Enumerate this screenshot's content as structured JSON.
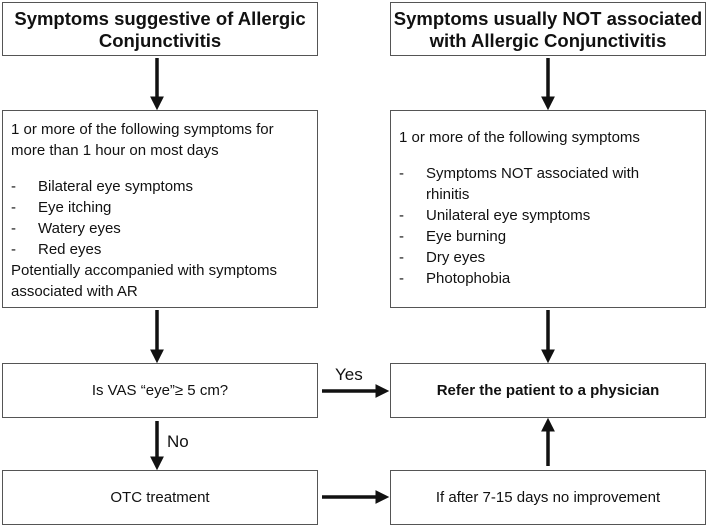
{
  "left": {
    "title_line1": "Symptoms suggestive of Allergic",
    "title_line2": "Conjunctivitis",
    "intro_line1": "1 or more of the following symptoms for",
    "intro_line2": "more than 1 hour on most days",
    "items": [
      "Bilateral eye symptoms",
      "Eye itching",
      "Watery eyes",
      "Red eyes"
    ],
    "footer_line1": "Potentially accompanied with symptoms",
    "footer_line2": "associated with AR",
    "question": "Is VAS “eye”≥ 5 cm?",
    "no_label": "No",
    "treatment": "OTC treatment"
  },
  "right": {
    "title_line1": "Symptoms usually NOT associated",
    "title_line2": "with Allergic Conjunctivitis",
    "intro": "1 or more of the following symptoms",
    "items": [
      "Symptoms NOT associated with rhinitis",
      "Unilateral eye symptoms",
      "Eye burning",
      "Dry eyes",
      "Photophobia"
    ],
    "yes_label": "Yes",
    "refer": "Refer the patient to a physician",
    "no_improvement": "If after 7-15 days no improvement"
  }
}
